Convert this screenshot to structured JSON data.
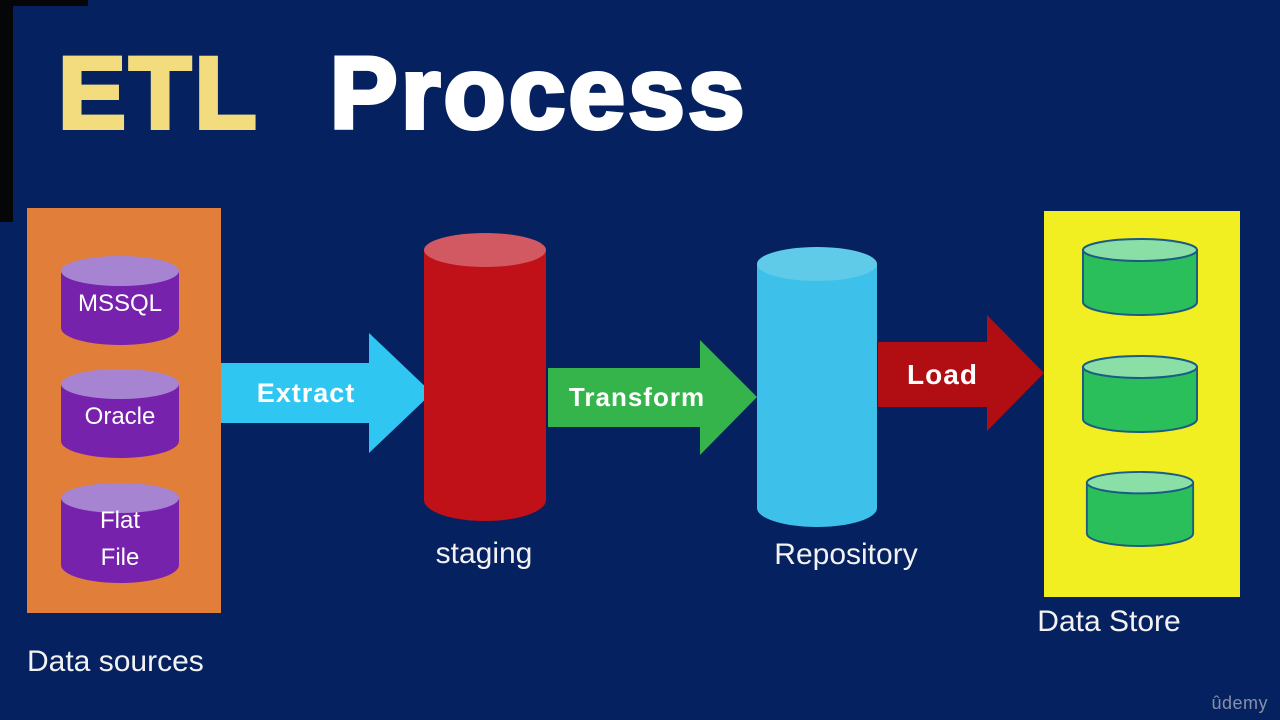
{
  "title": {
    "word1": "ETL",
    "word2": "Process"
  },
  "source_panel": {
    "caption": "Data sources",
    "cylinder1": "MSSQL",
    "cylinder2": "Oracle",
    "cylinder3_line1": "Flat",
    "cylinder3_line2": "File"
  },
  "arrows": {
    "extract": "Extract",
    "transform": "Transform",
    "load": "Load"
  },
  "stages": {
    "staging": "staging",
    "repository": "Repository"
  },
  "store_panel": {
    "caption": "Data Store"
  },
  "watermark": "ûdemy",
  "colors": {
    "background": "#06215F",
    "title_etl": "#F2DC7E",
    "title_process": "#FFFFFF",
    "source_box": "#E07E3A",
    "source_cyl_body": "#7722AC",
    "source_cyl_top": "#A784D2",
    "extract_arrow": "#2FC7F2",
    "staging_body": "#C01118",
    "staging_top": "#D25862",
    "transform_arrow": "#36B44C",
    "repository_body": "#3DC0E9",
    "repository_top": "#5FCBE9",
    "load_arrow": "#B00E13",
    "store_box": "#F1EE21",
    "store_cyl_body": "#2BBF5C",
    "store_cyl_top": "#8ADFA6",
    "store_cyl_stroke": "#1B5B84",
    "caption_text": "#F2F2F2",
    "watermark_text": "#9AA3B8"
  }
}
